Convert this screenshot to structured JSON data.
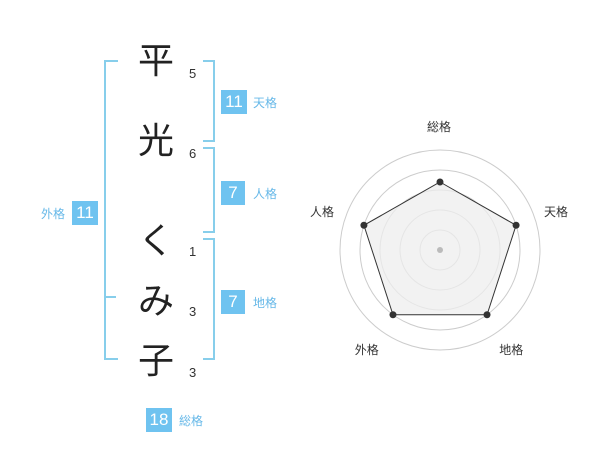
{
  "name": {
    "chars": [
      {
        "char": "平",
        "strokes": "5"
      },
      {
        "char": "光",
        "strokes": "6"
      },
      {
        "char": "く",
        "strokes": "1"
      },
      {
        "char": "み",
        "strokes": "3"
      },
      {
        "char": "子",
        "strokes": "3"
      }
    ]
  },
  "fortune": {
    "tenkaku": {
      "value": "11",
      "label": "天格"
    },
    "jinkaku": {
      "value": "7",
      "label": "人格"
    },
    "chikaku": {
      "value": "7",
      "label": "地格"
    },
    "gaikaku": {
      "value": "11",
      "label": "外格"
    },
    "soukaku": {
      "value": "18",
      "label": "総格"
    }
  },
  "radar": {
    "labels": [
      "総格",
      "天格",
      "地格",
      "外格",
      "人格"
    ],
    "values": [
      0.68,
      0.8,
      0.8,
      0.8,
      0.8
    ],
    "colors": {
      "rings": "#cccccc",
      "fill": "#eeeeee",
      "stroke": "#333333",
      "center": "#bbbbbb"
    }
  }
}
